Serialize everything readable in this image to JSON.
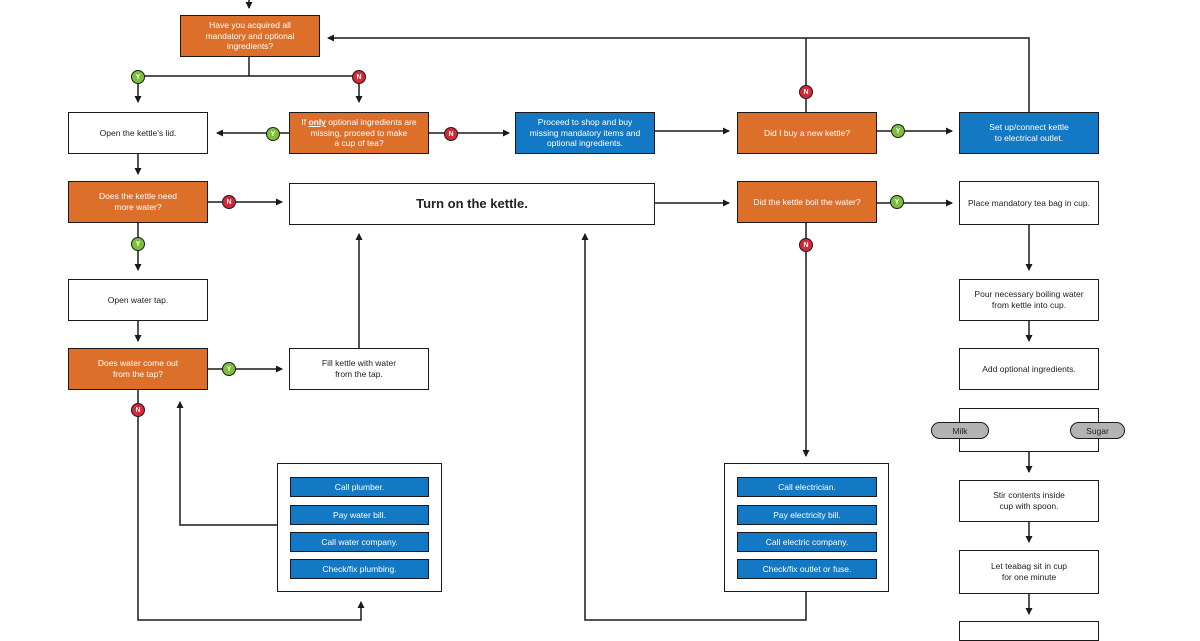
{
  "nodes": {
    "acquired_ingredients": "Have you acquired all\nmandatory and optional\ningredients?",
    "open_lid": "Open the kettle's lid.",
    "only_optional_pre": "If ",
    "only_optional_emph": "only",
    "only_optional_post": " optional ingredients are\nmissing, proceed to make\na cup of tea?",
    "proceed_shop": "Proceed to shop and buy\nmissing mandatory items and\noptional ingredients.",
    "new_kettle": "Did I buy a new kettle?",
    "setup_kettle": "Set up/connect kettle\nto electrical outlet.",
    "need_water": "Does the kettle need\nmore water?",
    "turn_on": "Turn on the kettle.",
    "boil_water": "Did the kettle boil the water?",
    "place_teabag": "Place mandatory tea bag in cup.",
    "open_tap": "Open water tap.",
    "pour_water": "Pour necessary  boiling water\nfrom kettle into cup.",
    "water_tap": "Does water come out\nfrom the tap?",
    "fill_kettle": "Fill kettle with water\nfrom the tap.",
    "add_optional": "Add optional ingredients.",
    "stir": "Stir contents inside\ncup with spoon.",
    "let_sit": "Let teabag sit in cup\nfor one minute"
  },
  "water_fixes": [
    "Call plumber.",
    "Pay water bill.",
    "Call water company.",
    "Check/fix plumbing."
  ],
  "electric_fixes": [
    "Call electrician.",
    "Pay electricity bill.",
    "Call electric company.",
    "Check/fix outlet or fuse."
  ],
  "options": [
    "Milk",
    "Sugar"
  ],
  "labels": {
    "yes": "Y",
    "no": "N"
  },
  "colors": {
    "decision": "#dc6f2a",
    "action": "#1479c4",
    "yes": "#7bbf3a",
    "no": "#d7283a",
    "line": "#1a1a1a"
  }
}
